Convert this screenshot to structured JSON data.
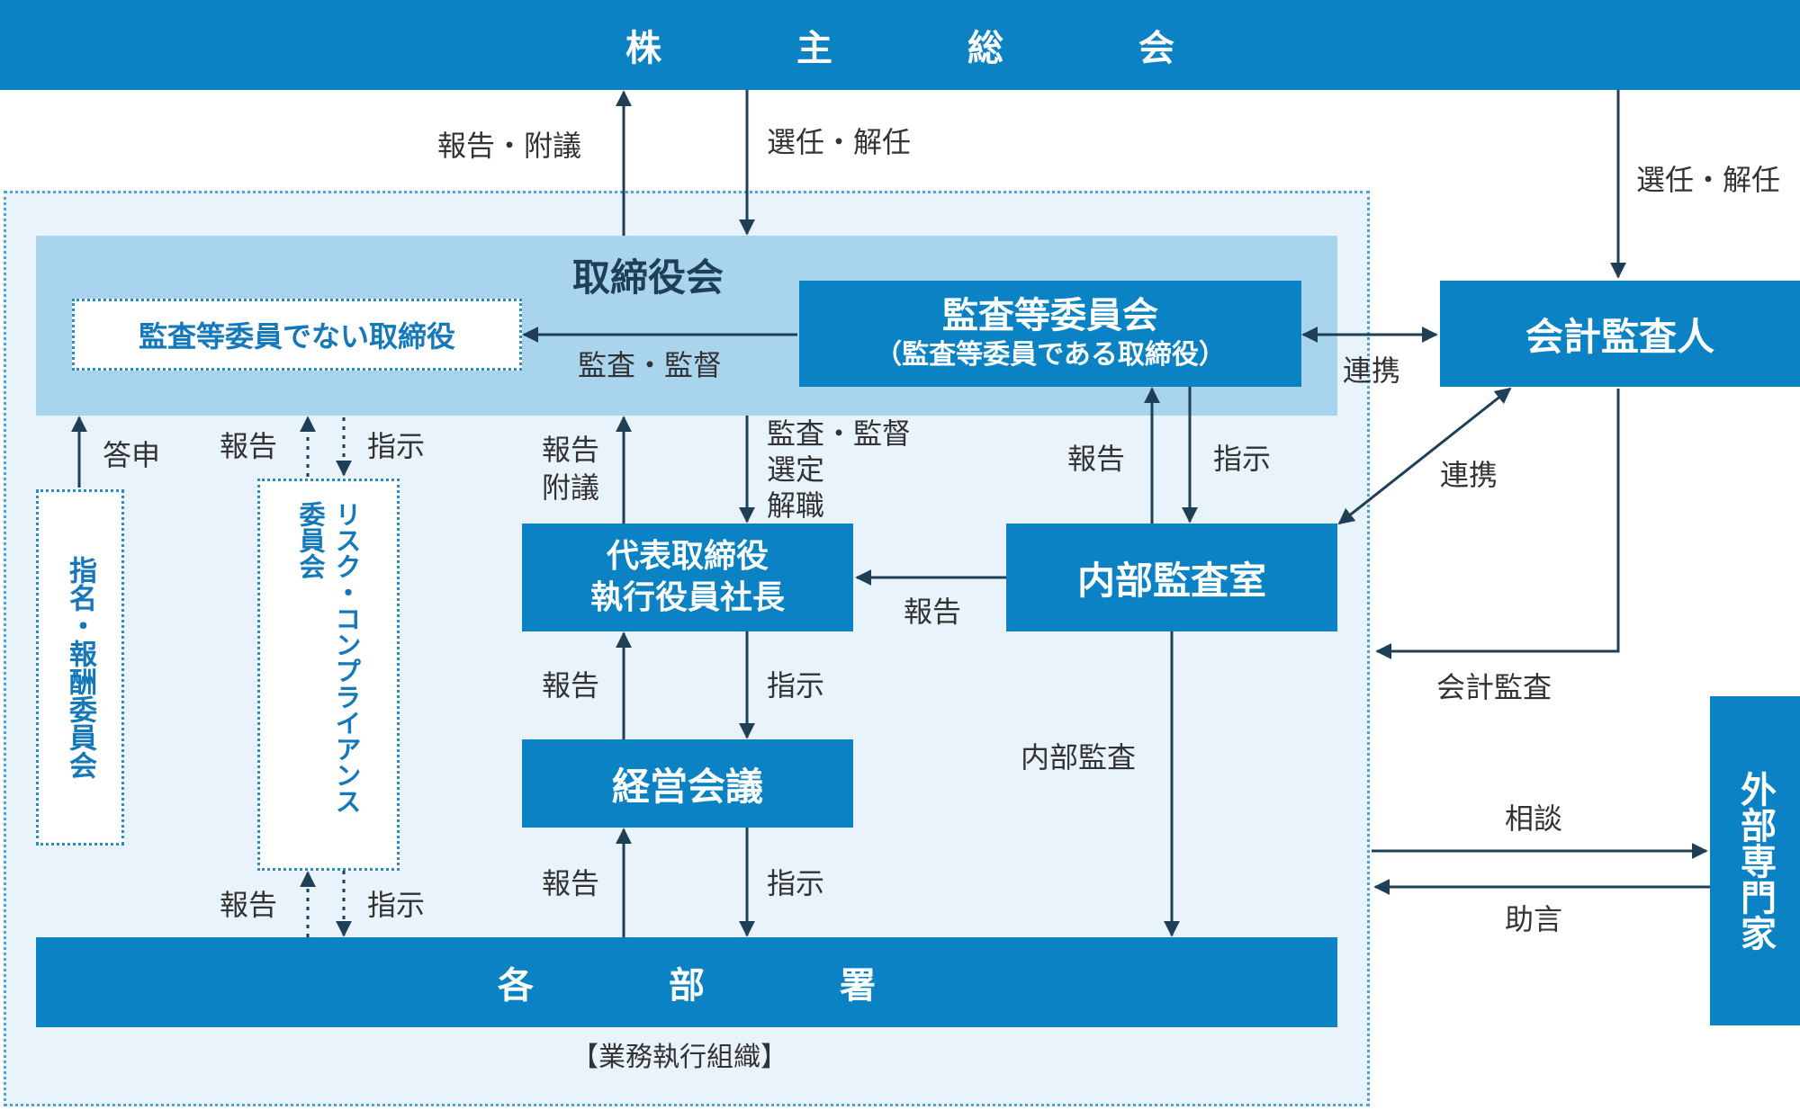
{
  "nodes": {
    "shareholders": "株主総会",
    "board": "取締役会",
    "non_audit_directors": "監査等委員でない取締役",
    "audit_committee_title": "監査等委員会",
    "audit_committee_sub": "（監査等委員である取締役）",
    "accounting_auditor": "会計監査人",
    "nomination": "指名・報酬委員会",
    "risk_line1": "リスク・コンプライアンス",
    "risk_line2": "委員会",
    "ceo_line1": "代表取締役",
    "ceo_line2": "執行役員社長",
    "internal_audit": "内部監査室",
    "management_meeting": "経営会議",
    "departments": "各部署",
    "external_experts": "外部専門家",
    "org_caption": "【業務執行組織】"
  },
  "labels": {
    "report_resolution": "報告・附議",
    "elect_dismiss_1": "選任・解任",
    "elect_dismiss_2": "選任・解任",
    "audit_supervise": "監査・監督",
    "cooperation_1": "連携",
    "cooperation_2": "連携",
    "report_answer": "答申",
    "report_1": "報告",
    "instruct_1": "指示",
    "report_resolution_2_l1": "報告",
    "report_resolution_2_l2": "附議",
    "audit_select_l1": "監査・監督",
    "audit_select_l2": "選定",
    "audit_select_l3": "解職",
    "report_2": "報告",
    "instruct_2": "指示",
    "report_3": "報告",
    "report_4": "報告",
    "instruct_3": "指示",
    "accounting_audit": "会計監査",
    "internal_audit_label": "内部監査",
    "consult": "相談",
    "advice": "助言",
    "report_5": "報告",
    "instruct_4": "指示",
    "report_6": "報告",
    "instruct_5": "指示"
  },
  "colors": {
    "primary": "#0b82c4",
    "board_fill": "#a8d4ee",
    "org_fill": "#e8f3fb",
    "line": "#1f3f57"
  }
}
